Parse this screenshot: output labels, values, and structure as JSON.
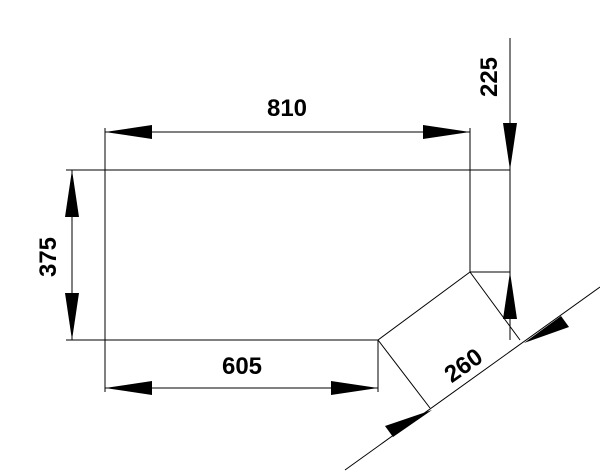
{
  "dimensions": {
    "top_width": "810",
    "left_height": "375",
    "bottom_width": "605",
    "right_height": "225",
    "diagonal": "260"
  },
  "colors": {
    "line": "#000000",
    "background": "#ffffff"
  }
}
